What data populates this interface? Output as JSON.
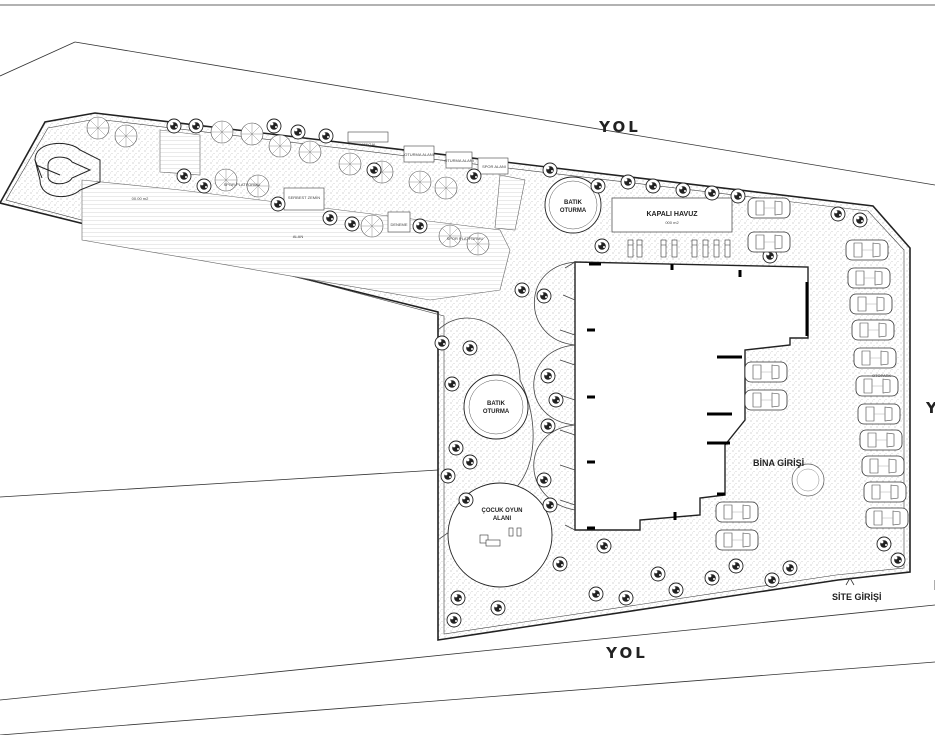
{
  "roads": {
    "top": "YOL",
    "bottom": "YOL",
    "right_partial": "Y"
  },
  "labels": {
    "seating_top": [
      "BATIK",
      "OTURMA"
    ],
    "seating_mid": [
      "BATIK",
      "OTURMA"
    ],
    "pool": "KAPALI HAVUZ",
    "pool_sub": "000 m2",
    "playground": [
      "ÇOCUK OYUN",
      "ALANI"
    ],
    "building_entrance": "BİNA GİRİŞİ",
    "site_entrance": "SİTE GİRİŞİ",
    "parking": "OTOPARK"
  },
  "minor_labels": [
    "MANGAL",
    "OTURMA ALANI",
    "OTURMA ALANI",
    "SPOR PLATFORMU",
    "SERBEST ZEMİN",
    "SPOR PLATFORMU",
    "SPOR ALANI",
    "00.00 m2",
    "ALAN",
    "DENEME"
  ]
}
